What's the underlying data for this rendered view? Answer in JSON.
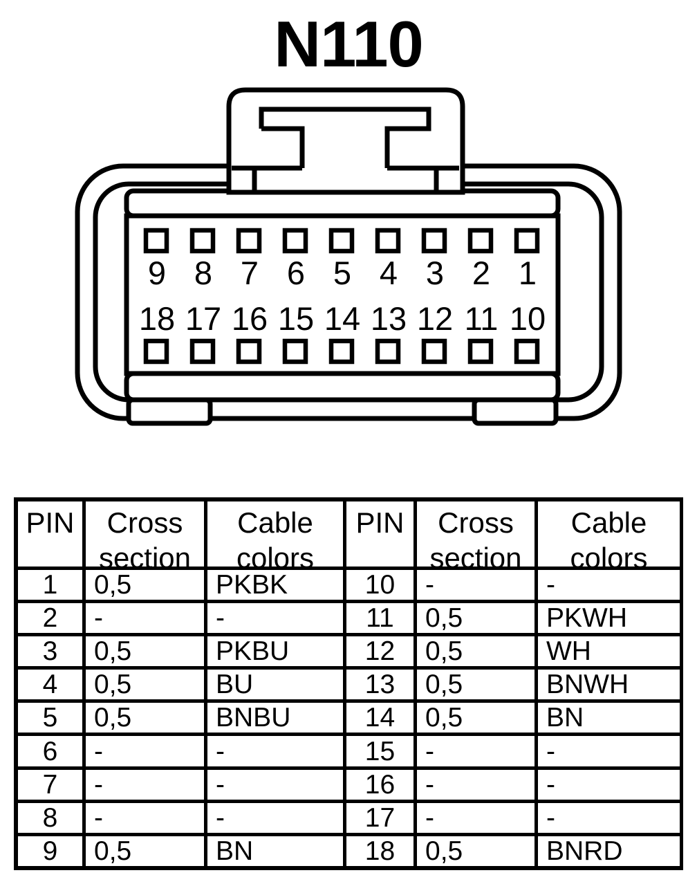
{
  "title": "N110",
  "colors": {
    "ink": "#000000",
    "background": "#ffffff"
  },
  "connector": {
    "top_row_pins": [
      "9",
      "8",
      "7",
      "6",
      "5",
      "4",
      "3",
      "2",
      "1"
    ],
    "bottom_row_pins": [
      "18",
      "17",
      "16",
      "15",
      "14",
      "13",
      "12",
      "11",
      "10"
    ]
  },
  "pin_table": {
    "header": {
      "pin": "PIN",
      "cross_section": "Cross section",
      "cable_colors": "Cable colors"
    },
    "left_rows": [
      {
        "pin": "1",
        "cross": "0,5",
        "color": "PKBK"
      },
      {
        "pin": "2",
        "cross": "-",
        "color": "-"
      },
      {
        "pin": "3",
        "cross": "0,5",
        "color": "PKBU"
      },
      {
        "pin": "4",
        "cross": "0,5",
        "color": "BU"
      },
      {
        "pin": "5",
        "cross": "0,5",
        "color": "BNBU"
      },
      {
        "pin": "6",
        "cross": "-",
        "color": "-"
      },
      {
        "pin": "7",
        "cross": "-",
        "color": "-"
      },
      {
        "pin": "8",
        "cross": "-",
        "color": "-"
      },
      {
        "pin": "9",
        "cross": "0,5",
        "color": "BN"
      }
    ],
    "right_rows": [
      {
        "pin": "10",
        "cross": "-",
        "color": "-"
      },
      {
        "pin": "11",
        "cross": "0,5",
        "color": "PKWH"
      },
      {
        "pin": "12",
        "cross": "0,5",
        "color": "WH"
      },
      {
        "pin": "13",
        "cross": "0,5",
        "color": "BNWH"
      },
      {
        "pin": "14",
        "cross": "0,5",
        "color": "BN"
      },
      {
        "pin": "15",
        "cross": "-",
        "color": "-"
      },
      {
        "pin": "16",
        "cross": "-",
        "color": "-"
      },
      {
        "pin": "17",
        "cross": "-",
        "color": "-"
      },
      {
        "pin": "18",
        "cross": "0,5",
        "color": "BNRD"
      }
    ]
  }
}
